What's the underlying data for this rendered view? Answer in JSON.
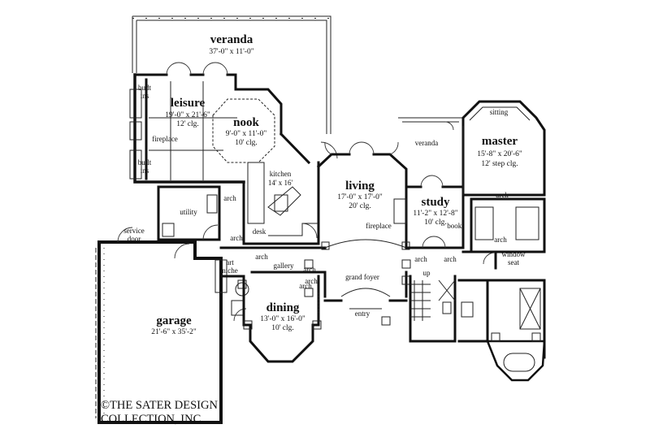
{
  "rooms": {
    "veranda_top": {
      "name": "veranda",
      "size": "37'-0\" x 11'-0\""
    },
    "leisure": {
      "name": "leisure",
      "size": "19'-0\" x 21'-6\"",
      "ceiling": "12' clg."
    },
    "nook": {
      "name": "nook",
      "size": "9'-0\" x 11'-0\"",
      "ceiling": "10' clg."
    },
    "kitchen": {
      "name": "kitchen",
      "size": "14' x 16'"
    },
    "living": {
      "name": "living",
      "size": "17'-0\" x 17'-0\"",
      "ceiling": "20' clg."
    },
    "study": {
      "name": "study",
      "size": "11'-2\" x 12'-8\"",
      "ceiling": "10' clg."
    },
    "master": {
      "name": "master",
      "size": "15'-8\" x 20'-6\"",
      "ceiling": "12' step clg."
    },
    "dining": {
      "name": "dining",
      "size": "13'-0\" x 16'-0\"",
      "ceiling": "10' clg."
    },
    "garage": {
      "name": "garage",
      "size": "21'-6\" x 35'-2\""
    }
  },
  "labels": {
    "budt_ins_1": "budt",
    "budt_ins_2": "ins",
    "built_ins_1": "built",
    "built_ins_2": "ins",
    "fireplace_leisure": "fireplace",
    "utility": "utility",
    "arch_kitchen": "arch",
    "desk": "desk",
    "arch_desk": "arch",
    "service_door_1": "service",
    "service_door_2": "door",
    "art_niche_1": "art",
    "art_niche_2": "niche",
    "arch_gallery_l": "arch",
    "gallery": "gallery",
    "arch_gallery_r": "arch",
    "arch_dining": "arch",
    "grand_foyer": "grand foyer",
    "arch_foyer_l": "arch",
    "arch_foyer_r": "arch",
    "entry": "entry",
    "fireplace_living": "fireplace",
    "books": "books",
    "veranda_small": "veranda",
    "sitting": "sitting",
    "arch_master_1": "arch",
    "arch_master_2": "arch",
    "window_seat_1": "window",
    "window_seat_2": "seat",
    "arch_hall": "arch",
    "up": "up"
  },
  "copyright": {
    "line1": "©THE SATER DESIGN",
    "line2": "COLLECTION, INC."
  }
}
